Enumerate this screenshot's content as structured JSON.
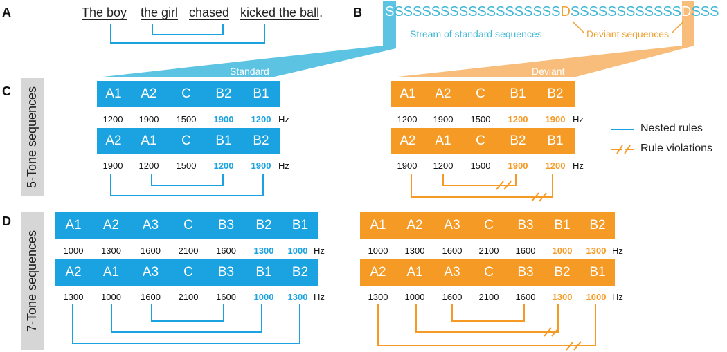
{
  "panels": {
    "a": "A",
    "b": "B",
    "c": "C",
    "d": "D"
  },
  "sentence": [
    "The boy",
    "the girl",
    "chased",
    "kicked the ball"
  ],
  "sentence_period": ".",
  "stream": {
    "part1": "SSSSSSSSSSSSSSSSSS",
    "d1": "D",
    "part2": "SSSSSSSSSSSS",
    "d2": "D",
    "part3": "SSS",
    "standard_caption": "Stream of standard sequences",
    "deviant_caption": "Deviant sequences"
  },
  "funnel": {
    "standard": "Standard",
    "deviant": "Deviant"
  },
  "side_labels": {
    "five": "5-Tone sequences",
    "seven": "7-Tone sequences"
  },
  "legend": {
    "nested": "Nested rules",
    "violations": "Rule violations"
  },
  "unit": "Hz",
  "five": {
    "std1": {
      "tones": [
        "A1",
        "A2",
        "C",
        "B2",
        "B1"
      ],
      "freqs": [
        "1200",
        "1900",
        "1500",
        "1900",
        "1200"
      ]
    },
    "std2": {
      "tones": [
        "A2",
        "A1",
        "C",
        "B1",
        "B2"
      ],
      "freqs": [
        "1900",
        "1200",
        "1500",
        "1200",
        "1900"
      ]
    },
    "dev1": {
      "tones": [
        "A1",
        "A2",
        "C",
        "B1",
        "B2"
      ],
      "freqs": [
        "1200",
        "1900",
        "1500",
        "1200",
        "1900"
      ]
    },
    "dev2": {
      "tones": [
        "A2",
        "A1",
        "C",
        "B2",
        "B1"
      ],
      "freqs": [
        "1900",
        "1200",
        "1500",
        "1900",
        "1200"
      ]
    }
  },
  "seven": {
    "std1": {
      "tones": [
        "A1",
        "A2",
        "A3",
        "C",
        "B3",
        "B2",
        "B1"
      ],
      "freqs": [
        "1000",
        "1300",
        "1600",
        "2100",
        "1600",
        "1300",
        "1000"
      ]
    },
    "std2": {
      "tones": [
        "A2",
        "A1",
        "A3",
        "C",
        "B3",
        "B1",
        "B2"
      ],
      "freqs": [
        "1300",
        "1000",
        "1600",
        "2100",
        "1600",
        "1000",
        "1300"
      ]
    },
    "dev1": {
      "tones": [
        "A1",
        "A2",
        "A3",
        "C",
        "B3",
        "B1",
        "B2"
      ],
      "freqs": [
        "1000",
        "1300",
        "1600",
        "2100",
        "1600",
        "1000",
        "1300"
      ]
    },
    "dev2": {
      "tones": [
        "A2",
        "A1",
        "A3",
        "C",
        "B3",
        "B2",
        "B1"
      ],
      "freqs": [
        "1300",
        "1000",
        "1600",
        "2100",
        "1600",
        "1300",
        "1000"
      ]
    }
  },
  "colors": {
    "blue": "#1aa3e0",
    "orange": "#f59a25",
    "stream_blue": "#3fb7d6",
    "gray": "#d6d6d6"
  }
}
